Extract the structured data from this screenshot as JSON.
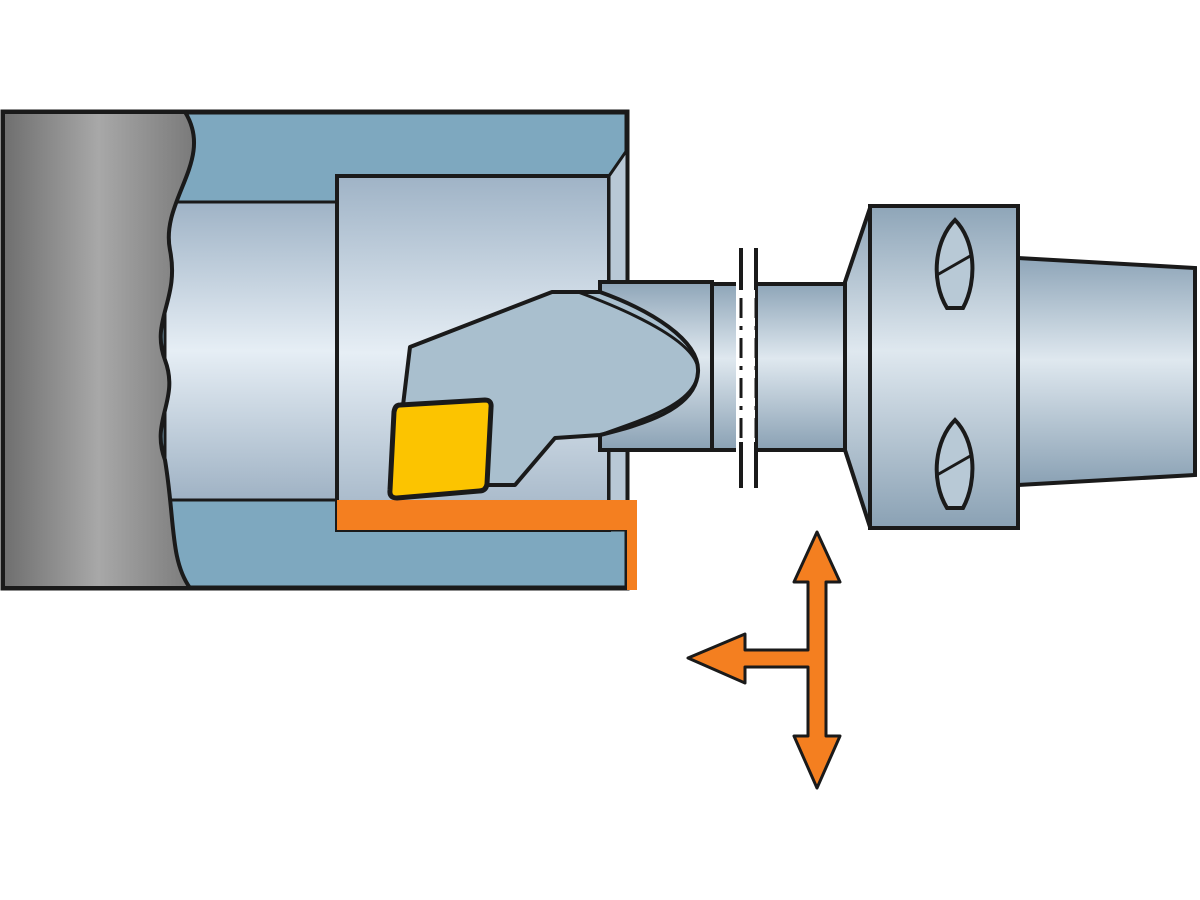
{
  "diagram": {
    "colors": {
      "workpiece_blue": "#7ea8bf",
      "bore_light": "#e3ebf2",
      "bore_mid": "#aebfcf",
      "chuck_gray": "#8c8c8c",
      "tool_steel": "#a9bfce",
      "insert_yellow": "#fcc400",
      "machined_orange": "#f47f20",
      "outline": "#1a1a1a"
    },
    "icons": [
      "boring-bar",
      "cutting-insert",
      "feed-direction-arrows"
    ]
  }
}
